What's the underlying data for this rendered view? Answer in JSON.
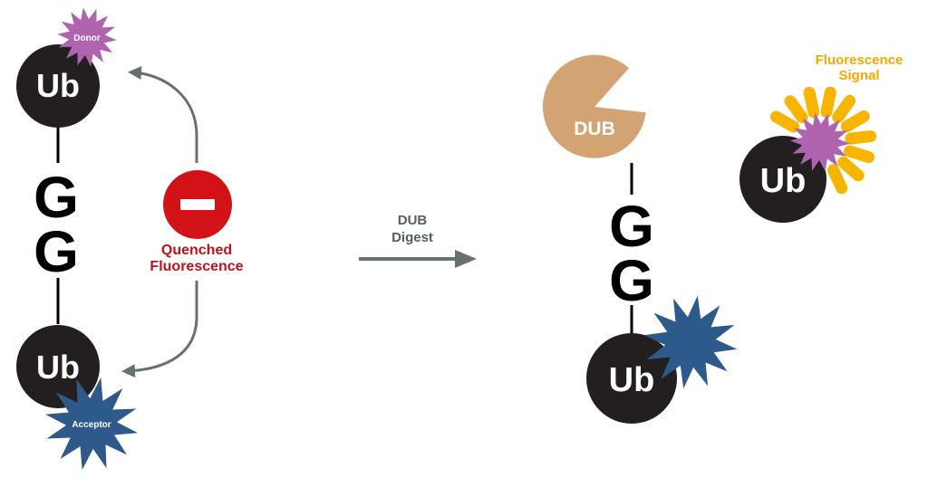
{
  "colors": {
    "ub": "#231f20",
    "ub_text": "#ffffff",
    "gg": "#000000",
    "donor": "#b064b0",
    "acceptor": "#2d5a8a",
    "quench": "#d31218",
    "quench_label": "#c0101a",
    "arrow": "#667070",
    "step_label": "#555e66",
    "dub": "#d4a373",
    "signal": "#f5a800",
    "signal_ray": "#f7b500"
  },
  "left_complex": {
    "top_ub": "Ub",
    "donor": "Donor",
    "gg_top": "G",
    "gg_bottom": "G",
    "bottom_ub": "Ub",
    "acceptor": "Acceptor",
    "quench_icon": "no-entry-icon",
    "quench_label_line1": "Quenched",
    "quench_label_line2": "Fluorescence"
  },
  "step": {
    "line1": "DUB",
    "line2": "Digest"
  },
  "right_products": {
    "dub": "DUB",
    "gg_top": "G",
    "gg_bottom": "G",
    "bottom_ub": "Ub",
    "free_ub": "Ub",
    "signal_line1": "Fluorescence",
    "signal_line2": "Signal"
  }
}
